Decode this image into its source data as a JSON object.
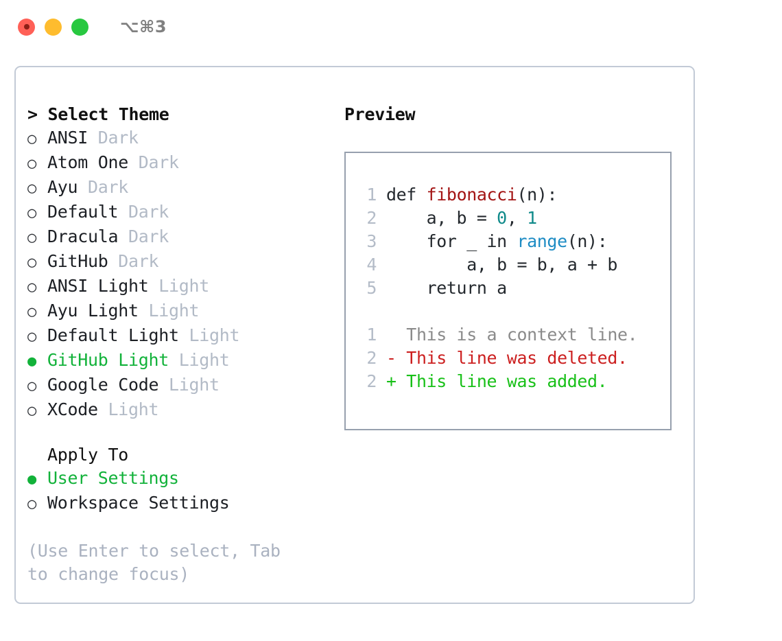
{
  "window": {
    "title": "⌥⌘3",
    "traffic_lights": [
      "close-button",
      "minimize-button",
      "maximize-button"
    ]
  },
  "theme_picker": {
    "header": "> Select Theme",
    "options": [
      {
        "bullet": "○",
        "label": "ANSI",
        "variant": "Dark",
        "selected": false
      },
      {
        "bullet": "○",
        "label": "Atom One",
        "variant": "Dark",
        "selected": false
      },
      {
        "bullet": "○",
        "label": "Ayu",
        "variant": "Dark",
        "selected": false
      },
      {
        "bullet": "○",
        "label": "Default",
        "variant": "Dark",
        "selected": false
      },
      {
        "bullet": "○",
        "label": "Dracula",
        "variant": "Dark",
        "selected": false
      },
      {
        "bullet": "○",
        "label": "GitHub",
        "variant": "Dark",
        "selected": false
      },
      {
        "bullet": "○",
        "label": "ANSI Light",
        "variant": "Light",
        "selected": false
      },
      {
        "bullet": "○",
        "label": "Ayu Light",
        "variant": "Light",
        "selected": false
      },
      {
        "bullet": "○",
        "label": "Default Light",
        "variant": "Light",
        "selected": false
      },
      {
        "bullet": "●",
        "label": "GitHub Light",
        "variant": "Light",
        "selected": true
      },
      {
        "bullet": "○",
        "label": "Google Code",
        "variant": "Light",
        "selected": false
      },
      {
        "bullet": "○",
        "label": "XCode",
        "variant": "Light",
        "selected": false
      }
    ]
  },
  "apply_to": {
    "header": "Apply To",
    "options": [
      {
        "bullet": "●",
        "label": "User Settings",
        "selected": true
      },
      {
        "bullet": "○",
        "label": "Workspace Settings",
        "selected": false
      }
    ]
  },
  "hint": "(Use Enter to select, Tab to change focus)",
  "preview": {
    "header": "Preview",
    "code_lines": [
      {
        "num": "1",
        "parts": [
          {
            "t": "def ",
            "c": "code-text"
          },
          {
            "t": "fibonacci",
            "c": "tok-fn"
          },
          {
            "t": "(n):",
            "c": "code-text"
          }
        ]
      },
      {
        "num": "2",
        "parts": [
          {
            "t": "    a, b = ",
            "c": "code-text"
          },
          {
            "t": "0",
            "c": "tok-num"
          },
          {
            "t": ", ",
            "c": "code-text"
          },
          {
            "t": "1",
            "c": "tok-num"
          }
        ]
      },
      {
        "num": "3",
        "parts": [
          {
            "t": "    for _ in ",
            "c": "code-text"
          },
          {
            "t": "range",
            "c": "tok-bi"
          },
          {
            "t": "(n):",
            "c": "code-text"
          }
        ]
      },
      {
        "num": "4",
        "parts": [
          {
            "t": "        a, b = b, a + b",
            "c": "code-text"
          }
        ]
      },
      {
        "num": "5",
        "parts": [
          {
            "t": "    return a",
            "c": "code-text"
          }
        ]
      }
    ],
    "diff_lines": [
      {
        "num": "1",
        "parts": [
          {
            "t": "  This is a context line.",
            "c": "diff-ctx"
          }
        ]
      },
      {
        "num": "2",
        "parts": [
          {
            "t": "- This line was deleted.",
            "c": "diff-del"
          }
        ]
      },
      {
        "num": "2",
        "parts": [
          {
            "t": "+ This line was added.",
            "c": "diff-add"
          }
        ]
      }
    ]
  },
  "colors": {
    "selected_green": "#12b23a",
    "variant_gray": "#b2bac6",
    "hint_gray": "#aab2c0",
    "panel_border": "#c2cad6",
    "preview_border": "#97a0ae",
    "fn_red": "#a31515",
    "num_teal": "#0f8a8a",
    "builtin_blue": "#1e8cc4",
    "diff_del_red": "#cc2020",
    "diff_add_green": "#18c018"
  }
}
